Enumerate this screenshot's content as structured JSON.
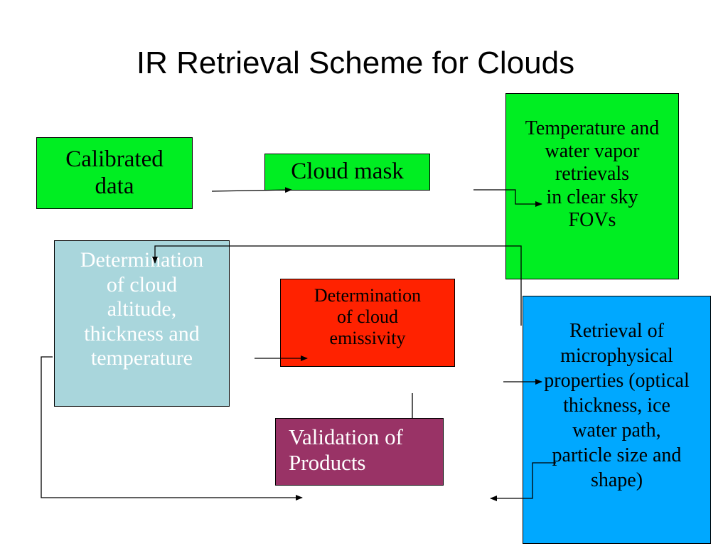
{
  "title": "IR Retrieval Scheme for Clouds",
  "boxes": {
    "calibrated": "Calibrated\ndata",
    "cloud_mask": "Cloud mask",
    "temp_wv": "Temperature and\nwater vapor\nretrievals\nin clear sky\nFOVs",
    "altitude": "Determination\nof cloud\naltitude,\nthickness and\ntemperature",
    "emissivity": "Determination\nof cloud\nemissivity",
    "validation": "Validation of\nProducts",
    "retrieval": "Retrieval of\nmicrophysical\nproperties (optical\nthickness, ice\nwater path,\nparticle size and\nshape)"
  },
  "colors": {
    "green": "#00ee22",
    "light_blue": "#a9d6dc",
    "red": "#ff2200",
    "purple": "#993366",
    "blue": "#00a8ff"
  }
}
